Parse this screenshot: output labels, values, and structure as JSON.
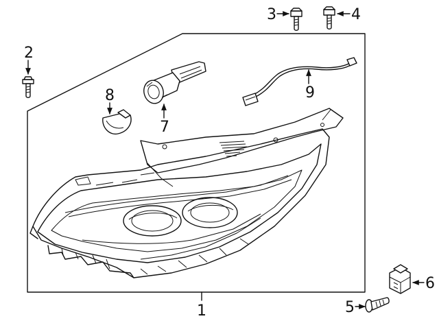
{
  "diagram": {
    "line_color": "#111111",
    "background": "#ffffff",
    "callouts": [
      {
        "id": "1",
        "label": "1"
      },
      {
        "id": "2",
        "label": "2"
      },
      {
        "id": "3",
        "label": "3"
      },
      {
        "id": "4",
        "label": "4"
      },
      {
        "id": "5",
        "label": "5"
      },
      {
        "id": "6",
        "label": "6"
      },
      {
        "id": "7",
        "label": "7"
      },
      {
        "id": "8",
        "label": "8"
      },
      {
        "id": "9",
        "label": "9"
      }
    ]
  }
}
